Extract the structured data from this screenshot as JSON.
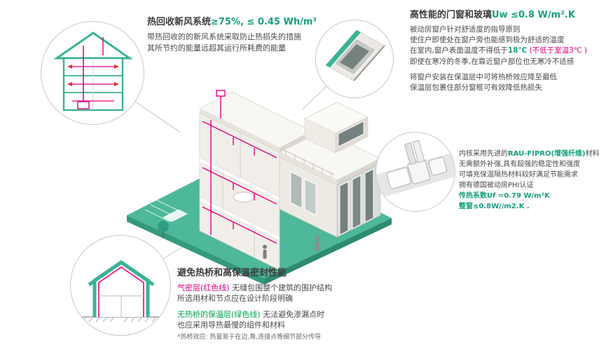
{
  "colors": {
    "accent_teal": "#17a17e",
    "illustration_teal": "#3ab395",
    "platform_teal": "#4db89a",
    "airtight_magenta": "#e6007e",
    "insulation_green": "#00a651"
  },
  "heat_recovery": {
    "title_main": "热回收新风系统",
    "title_value": "≥75%, ≤ 0.45 Wh/m³",
    "line1": "带热回收的的新风系统采取防止热损失的措施",
    "line2": "其所节约的能量远超其运行所耗费的能量"
  },
  "windows": {
    "title_main": "高性能的门窗和玻璃",
    "title_value": "Uw ≤0.8 W/m².K",
    "line1": "被动房窗户针对舒适度的指导原则",
    "line2": "使住户即使处在窗户旁也能感到极为舒适的温度",
    "line3_pre": "在室内,窗户表面温度不得低于",
    "line3_temp": "18℃",
    "line3_note": " (不低于室温3℃ )",
    "line4": "即使在寒冷的冬季,在靠近窗户部位也无寒冷不适感",
    "line5": "将窗户安装在保温层中可将热桥效应降至最低",
    "line6": "保温层包裹住部分窗框可有效降低热损失"
  },
  "profile": {
    "line1_pre": "内核采用先进的",
    "line1_brand": "RAU-FIPRO(增强纤维)",
    "line1_post": "材料",
    "line2": "无需额外补强,具有超强的稳定性和强度",
    "line3": "可填充保温隔热材料较好满足节能需求",
    "line4": "拥有德国被动房PHI认证",
    "line5": "传热系数Uf =0.79 W/m²K",
    "line6": "整窗≤0.8W//m2.K ."
  },
  "thermal": {
    "title": "避免热桥和高保温密封性能",
    "p1_label": "气密层(红色线)",
    "p1_rest": " 无缝包围整个建筑的围护结构",
    "p1_line2": "所选用材和节点应在设计阶段明确",
    "p2_label": "无热桥的保温层(绿色线)",
    "p2_rest": " 无法避免渗漏点时",
    "p2_line2": "也应采用导热最慢的组件和材料",
    "footnote": "*热桥效应: 热量易于在边,角,连接点等细节部分传导"
  }
}
